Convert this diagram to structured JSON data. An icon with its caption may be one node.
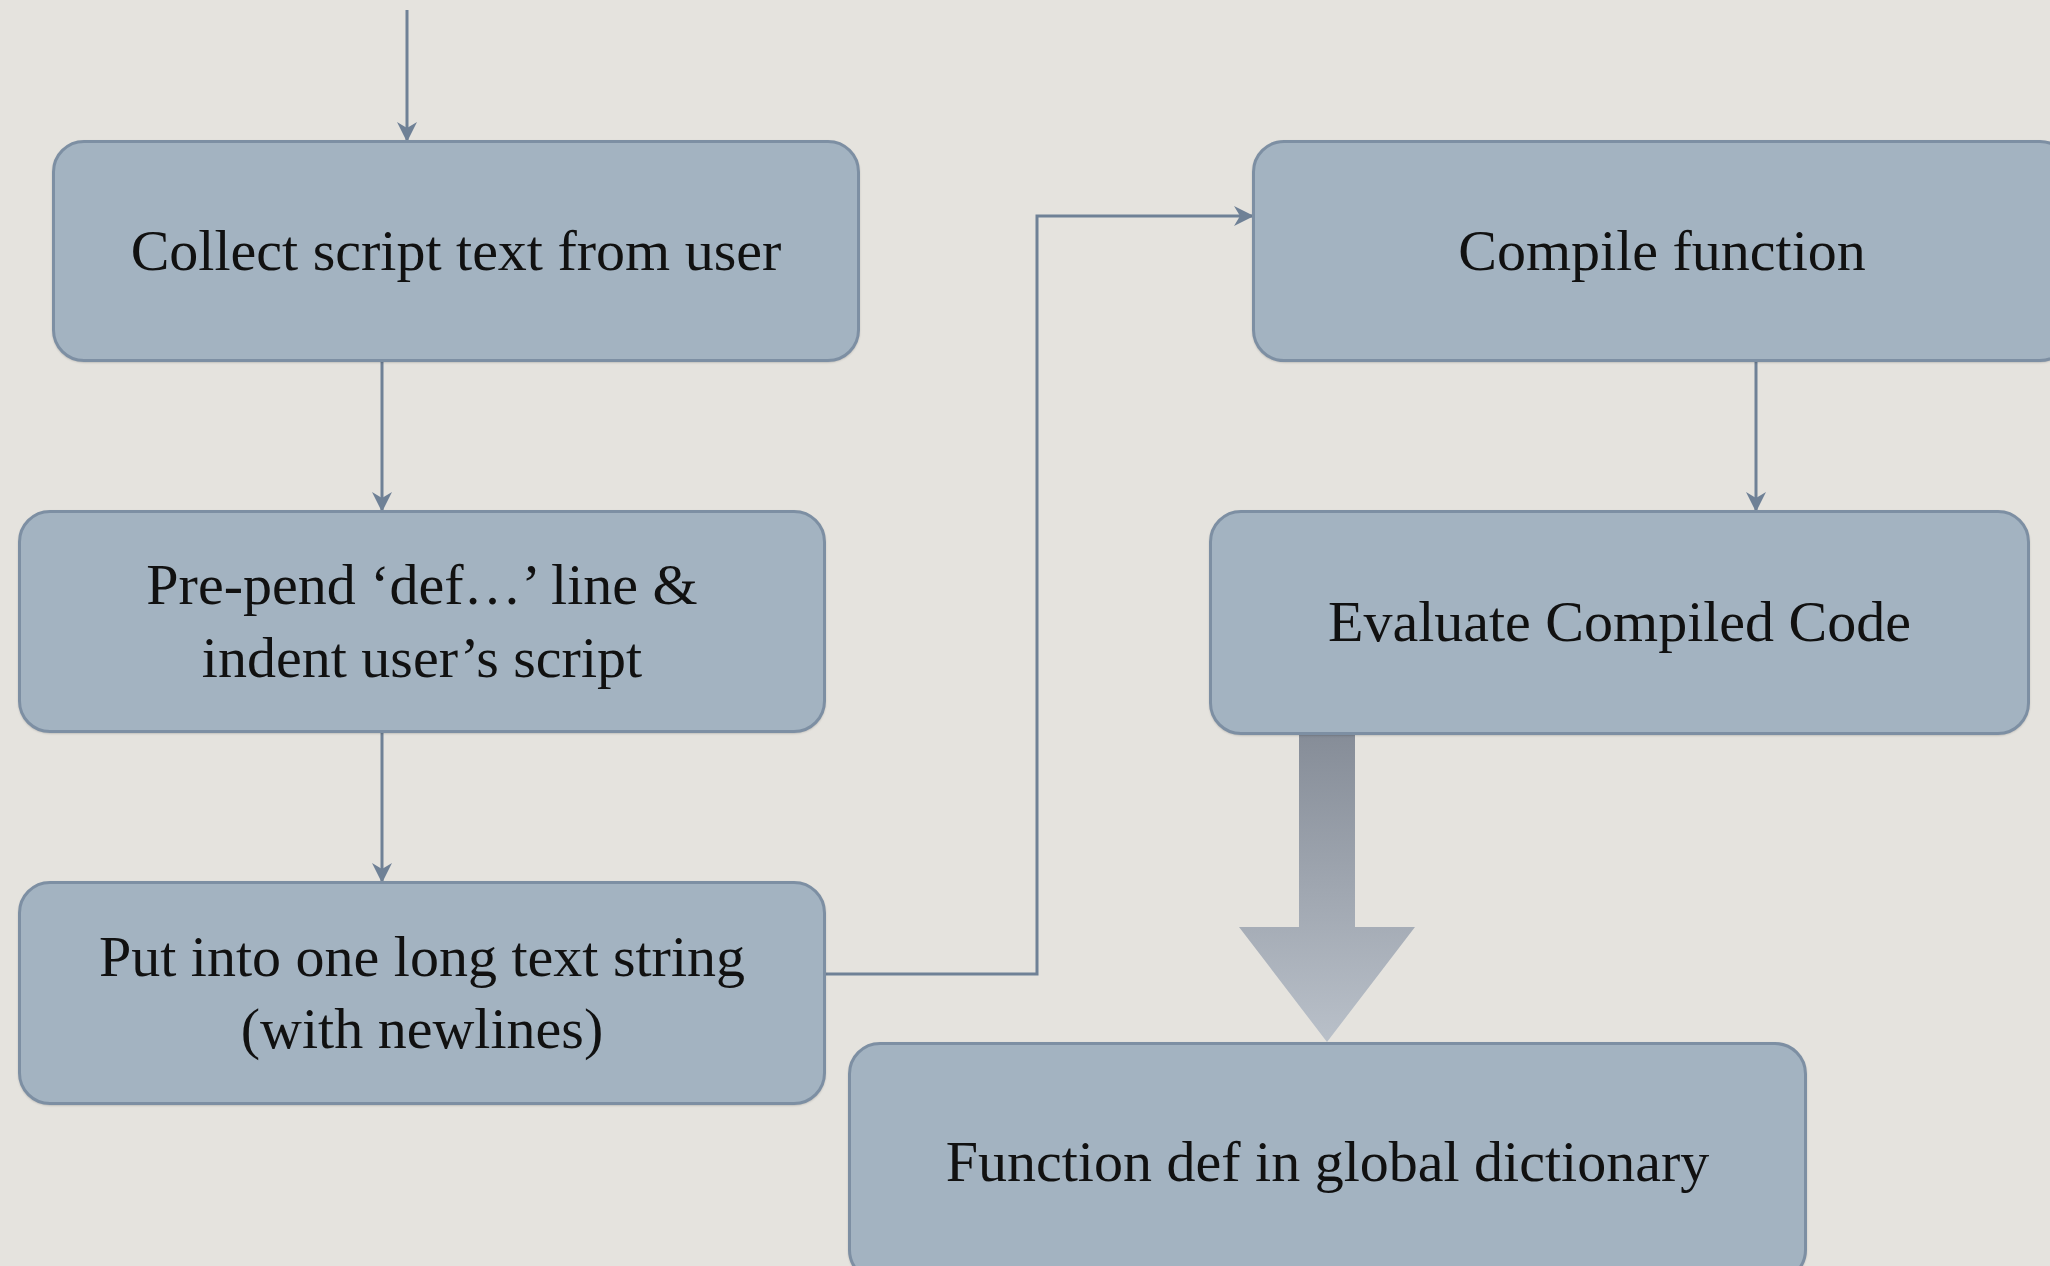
{
  "diagram": {
    "nodes": [
      {
        "text": [
          "Collect script text from user"
        ]
      },
      {
        "text": [
          "Pre-pend ‘def…’ line & indent user’s script"
        ]
      },
      {
        "text": [
          "Put into one long text string (with newlines)"
        ]
      },
      {
        "text": [
          "Compile function"
        ]
      },
      {
        "text": [
          "Evaluate Compiled Code"
        ]
      },
      {
        "text": [
          "Function def in global dictionary"
        ]
      }
    ],
    "edges": [
      {
        "from": null,
        "to": 0,
        "arrow": "to"
      },
      {
        "from": 0,
        "to": 1,
        "arrow": "to"
      },
      {
        "from": 1,
        "to": 2,
        "arrow": "to"
      },
      {
        "from": 2,
        "to": 3,
        "arrow": "to"
      },
      {
        "from": 3,
        "to": 4,
        "arrow": "to"
      },
      {
        "from": 4,
        "to": 5,
        "arrow": "to",
        "style": "thick",
        "color": "#868d98"
      }
    ]
  }
}
